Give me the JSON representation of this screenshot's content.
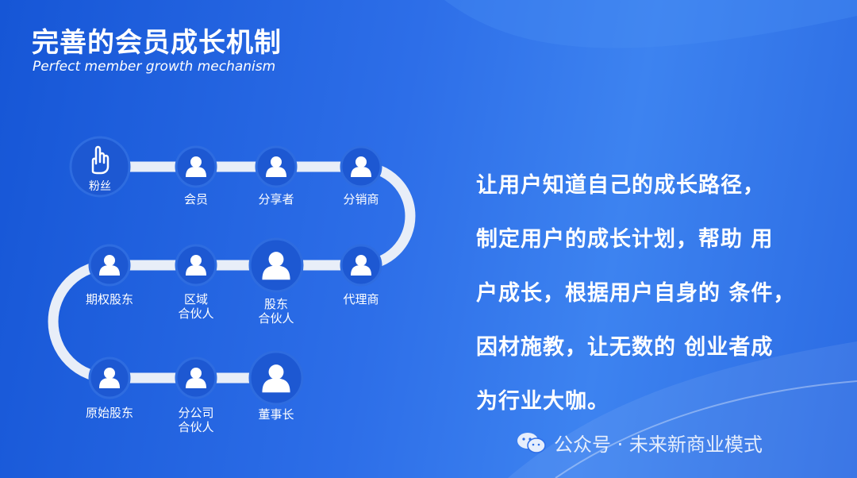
{
  "header": {
    "title": "完善的会员成长机制",
    "subtitle": "Perfect member growth mechanism"
  },
  "path": {
    "nodes": {
      "fans": "粉丝",
      "member": "会员",
      "sharer": "分享者",
      "distributor": "分销商",
      "agent": "代理商",
      "equity_partner": [
        "股东",
        "合伙人"
      ],
      "regional_partner": [
        "区域",
        "合伙人"
      ],
      "option_shareholder": "期权股东",
      "original_shareholder": "原始股东",
      "branch_partner": [
        "分公司",
        "合伙人"
      ],
      "chairman": "董事长"
    }
  },
  "description": {
    "lines": [
      "让用户知道自己的成长路径，",
      "制定用户的成长计划，帮助 用",
      "户成长，根据用户自身的 条件，",
      "因材施教，让无数的 创业者成",
      "为行业大咖。"
    ]
  },
  "footer": {
    "source": "公众号 · 未来新商业模式"
  },
  "colors": {
    "node_fill": "#1d58d2",
    "node_ring": "#2e6ce0",
    "path_track": "#e8eef8"
  }
}
